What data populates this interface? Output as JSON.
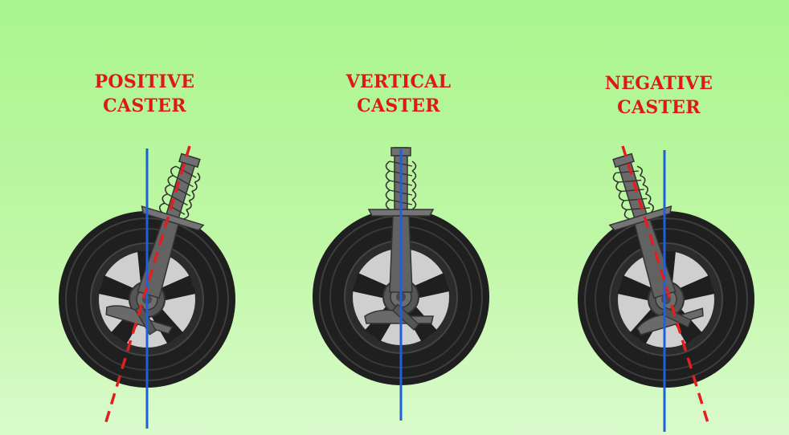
{
  "colors": {
    "label_text": "#e01818",
    "steering_axis": "#e02020",
    "true_vertical": "#1f5fdc",
    "tire": "#222222",
    "tire_groove": "#3a3a3a",
    "hub": "#5a5a5a",
    "strut": "#666666"
  },
  "icons": [
    "wheel-icon",
    "strut-icon",
    "coil-spring-icon"
  ],
  "panels": [
    {
      "id": "positive",
      "label_line1": "POSITIVE",
      "label_line2": "CASTER"
    },
    {
      "id": "vertical",
      "label_line1": "VERTICAL",
      "label_line2": "CASTER"
    },
    {
      "id": "negative",
      "label_line1": "NEGATIVE",
      "label_line2": "CASTER"
    }
  ]
}
